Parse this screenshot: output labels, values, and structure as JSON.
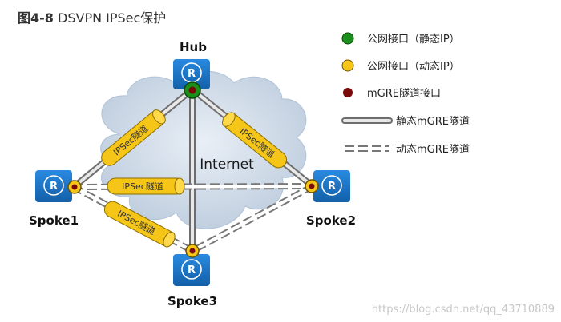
{
  "figure": {
    "number": "图4-8",
    "title": "DSVPN IPSec保护"
  },
  "nodes": {
    "hub": "Hub",
    "spoke1": "Spoke1",
    "spoke2": "Spoke2",
    "spoke3": "Spoke3",
    "router_symbol": "R"
  },
  "cloud": {
    "label": "Internet"
  },
  "tunnels": {
    "hub_spoke1": "IPSec隧道",
    "hub_spoke2": "IPSec隧道",
    "spoke1_spoke2": "IPSec隧道",
    "spoke1_spoke3": "IPSec隧道"
  },
  "legend": [
    {
      "label": "公网接口（静态IP）",
      "color": "#1a8f1a"
    },
    {
      "label": "公网接口（动态IP）",
      "color": "#f5c518"
    },
    {
      "label": "mGRE隧道接口",
      "color": "#7a0a0a"
    },
    {
      "label": "静态mGRE隧道"
    },
    {
      "label": "动态mGRE隧道"
    }
  ],
  "watermark": "https://blog.csdn.net/qq_43710889",
  "colors": {
    "router": "#1f78c8",
    "tunnel": "#f5c518",
    "cloud": "#cfdbe8"
  }
}
